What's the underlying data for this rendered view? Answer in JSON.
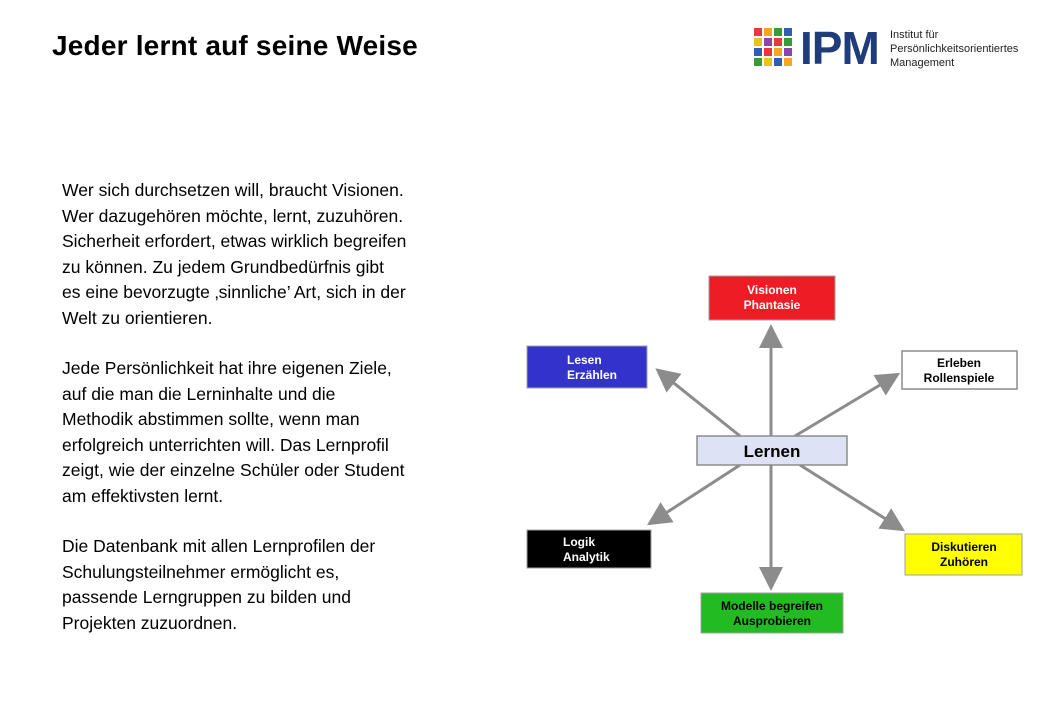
{
  "slide": {
    "title": "Jeder lernt auf seine Weise"
  },
  "logo": {
    "text": "IPM",
    "subtitle_lines": [
      "Institut für",
      "Persönlichkeitsorientiertes",
      "Management"
    ],
    "grid_colors": [
      "#e8383d",
      "#f5a623",
      "#3a9a3a",
      "#2f5fb3",
      "#e6c31e",
      "#8e44ad"
    ]
  },
  "body": {
    "paragraphs": [
      [
        "Wer sich durchsetzen will, braucht Visionen.",
        "Wer dazugehören möchte, lernt, zuzuhören.",
        "Sicherheit erfordert, etwas wirklich begreifen",
        "zu können. Zu jedem Grundbedürfnis gibt",
        "es eine bevorzugte ‚sinnliche’ Art, sich in der",
        "Welt zu orientieren."
      ],
      [
        "Jede Persönlichkeit hat ihre eigenen Ziele,",
        "auf die man die Lerninhalte und die",
        "Methodik abstimmen sollte, wenn man",
        "erfolgreich unterrichten will. Das Lernprofil",
        "zeigt, wie der einzelne Schüler oder Student",
        "am effektivsten lernt."
      ],
      [
        "Die Datenbank mit allen Lernprofilen der",
        "Schulungsteilnehmer ermöglicht es,",
        "passende Lerngruppen zu bilden und",
        "Projekten zuzuordnen."
      ]
    ]
  },
  "diagram": {
    "center": {
      "label": "Lernen",
      "fill": "#dde2f5"
    },
    "nodes": [
      {
        "key": "visionen",
        "lines": [
          "Visionen",
          "Phantasie"
        ],
        "fill": "#ee1c24",
        "text": "#ffffff"
      },
      {
        "key": "lesen",
        "lines": [
          "Lesen",
          "Erzählen"
        ],
        "fill": "#3333cc",
        "text": "#ffffff"
      },
      {
        "key": "erleben",
        "lines": [
          "Erleben",
          "Rollenspiele"
        ],
        "fill": "#ffffff",
        "text": "#000000"
      },
      {
        "key": "logik",
        "lines": [
          "Logik",
          "Analytik"
        ],
        "fill": "#000000",
        "text": "#ffffff"
      },
      {
        "key": "diskutieren",
        "lines": [
          "Diskutieren",
          "Zuhören"
        ],
        "fill": "#ffff00",
        "text": "#000000"
      },
      {
        "key": "modelle",
        "lines": [
          "Modelle begreifen",
          "Ausprobieren"
        ],
        "fill": "#22bb22",
        "text": "#000000"
      }
    ],
    "arrow_color": "#8c8c8c"
  }
}
